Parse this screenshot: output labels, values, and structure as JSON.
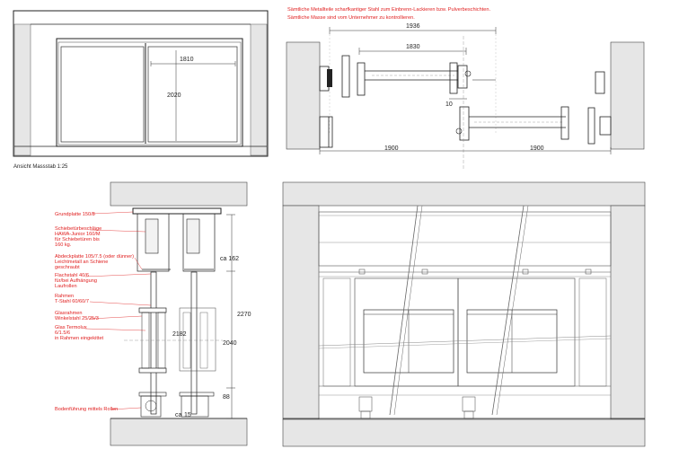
{
  "notes": {
    "line1": "Sämtliche Metallteile scharfkantiger Stahl zum Einbrenn-Lackieren bzw. Pulverbeschichten.",
    "line2": "Sämtliche Masse sind vom Unternehmer zu kontrollieren."
  },
  "elevation": {
    "caption": "Ansicht Massstab 1:25",
    "width_dim": "1810",
    "height_dim": "2020"
  },
  "plan": {
    "dim_overall": "1936",
    "dim_inner": "1830",
    "dim_gap": "10",
    "dim_left": "1900",
    "dim_right": "1900"
  },
  "section": {
    "labels": [
      "Grundplatte 150/8",
      "Schiebetürbeschläge",
      "HAWA-Junior 160/M",
      "für Schiebetüren bis",
      "160 kg.",
      "Abdeckplatte 105/7.5 (oder dünner)",
      "Leichtmetall an Schiene",
      "geschraubt",
      "Flachstahl 40/6",
      "für/bei Aufhängung",
      "Laufrollen",
      "Rahmen",
      "T-Stahl 60/60/7",
      "Glasrahmen",
      "Winkelstahl 25/25/3",
      "Glas Termolux",
      "6/1.5/6",
      "in Rahmen eingekittet",
      "Bodenführung mittels Rollen"
    ],
    "dims": {
      "top": "ca 162",
      "total": "2270",
      "leaf": "2040",
      "glass": "2182",
      "bottom": "88",
      "foot_a": "ca",
      "foot_b": "15"
    }
  }
}
